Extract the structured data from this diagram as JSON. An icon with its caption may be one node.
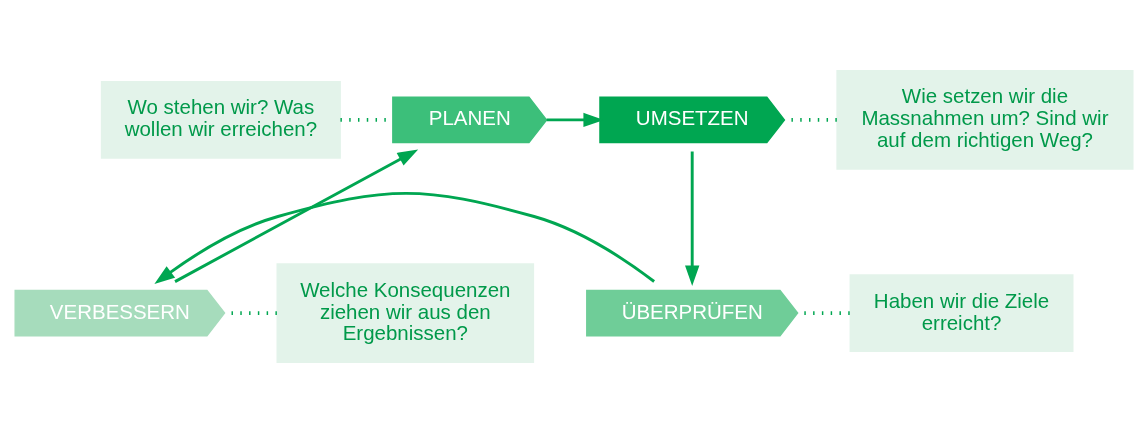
{
  "diagram": {
    "nodes": [
      {
        "text": [
          "Wo stehen wir? Was wollen wir erreichen?"
        ]
      },
      {
        "text": [
          "PLANEN"
        ]
      },
      {
        "text": [
          "UMSETZEN"
        ]
      },
      {
        "text": [
          "Wie setzen wir die Massnahmen um? Sind wir auf dem richtigen Weg?"
        ]
      },
      {
        "text": [
          "Welche Konsequenzen ziehen wir aus den Ergebnissen?"
        ]
      },
      {
        "text": [
          "VERBESSERN"
        ]
      },
      {
        "text": [
          "ÜBERPRÜFEN"
        ]
      },
      {
        "text": [
          "Haben wir die Ziele erreicht?"
        ]
      }
    ],
    "edges": [
      {
        "from": 1,
        "to": 2,
        "arrow": "to"
      },
      {
        "from": 2,
        "to": 6,
        "arrow": "to"
      },
      {
        "from": 6,
        "to": 5,
        "arrow": "to"
      },
      {
        "from": 5,
        "to": 1,
        "arrow": "to"
      },
      {
        "from": 0,
        "to": 1,
        "arrow": "none",
        "style": "dashed"
      },
      {
        "from": 3,
        "to": 2,
        "arrow": "none",
        "style": "dashed"
      },
      {
        "from": 4,
        "to": 5,
        "arrow": "none",
        "style": "dashed"
      },
      {
        "from": 7,
        "to": 6,
        "arrow": "none",
        "style": "dashed"
      }
    ]
  }
}
